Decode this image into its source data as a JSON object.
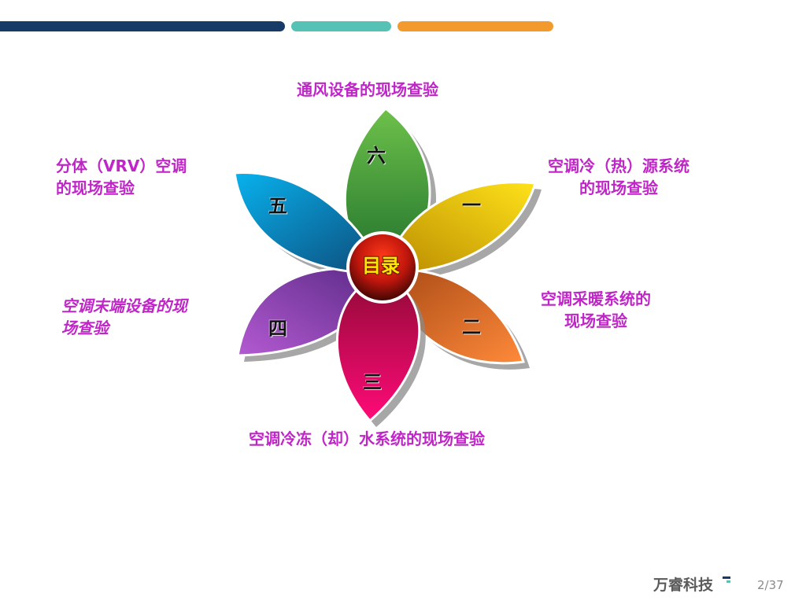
{
  "center": {
    "label": "目录"
  },
  "petals": [
    {
      "num": "六",
      "label": "通风设备的现场查验",
      "color": "green"
    },
    {
      "num": "一",
      "label": "空调冷（热）源系统的现场查验",
      "color": "yellow"
    },
    {
      "num": "二",
      "label": "空调采暖系统的现场查验",
      "color": "orange"
    },
    {
      "num": "三",
      "label": "空调冷冻（却）水系统的现场查验",
      "color": "crimson"
    },
    {
      "num": "四",
      "label": "空调末端设备的现场查验",
      "color": "purple"
    },
    {
      "num": "五",
      "label": "分体（VRV）空调的现场查验",
      "color": "blue"
    }
  ],
  "labels": {
    "top": "通风设备的现场查验",
    "right_top_line1": "空调冷（热）源系统",
    "right_top_line2": "的现场查验",
    "right_mid_line1": "空调采暖系统的",
    "right_mid_line2": "现场查验",
    "bottom": "空调冷冻（却）水系统的现场查验",
    "left_mid_line1": "空调末端设备的现",
    "left_mid_line2": "场查验",
    "left_top_line1": "分体（VRV）空调",
    "left_top_line2": "的现场查验"
  },
  "colors": {
    "accent_navy": "#173a67",
    "accent_teal": "#56c2b5",
    "accent_orange": "#f39a2e",
    "label_magenta": "#c025c8",
    "center_text": "#ffe600"
  },
  "footer": {
    "logo_text": "万睿科技",
    "page": "2/37"
  }
}
